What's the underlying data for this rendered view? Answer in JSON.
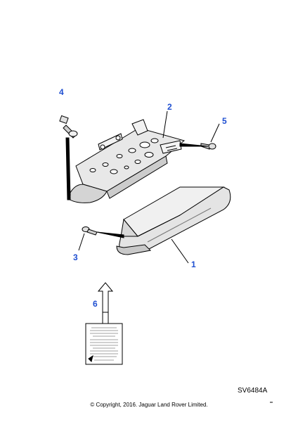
{
  "callouts": [
    {
      "label": "1",
      "part": "glovebox-lid"
    },
    {
      "label": "2",
      "part": "glovebox-housing"
    },
    {
      "label": "3",
      "part": "screw"
    },
    {
      "label": "4",
      "part": "bolt"
    },
    {
      "label": "5",
      "part": "screw"
    },
    {
      "label": "6",
      "part": "label-tag"
    }
  ],
  "reference_code": "SV6484A",
  "copyright": "© Copyright, 2016. Jaguar Land Rover Limited.",
  "colors": {
    "callout": "#1f4fd1",
    "line": "#000000",
    "part_fill": "#e8e8e8",
    "part_shade": "#c8c8c8"
  }
}
